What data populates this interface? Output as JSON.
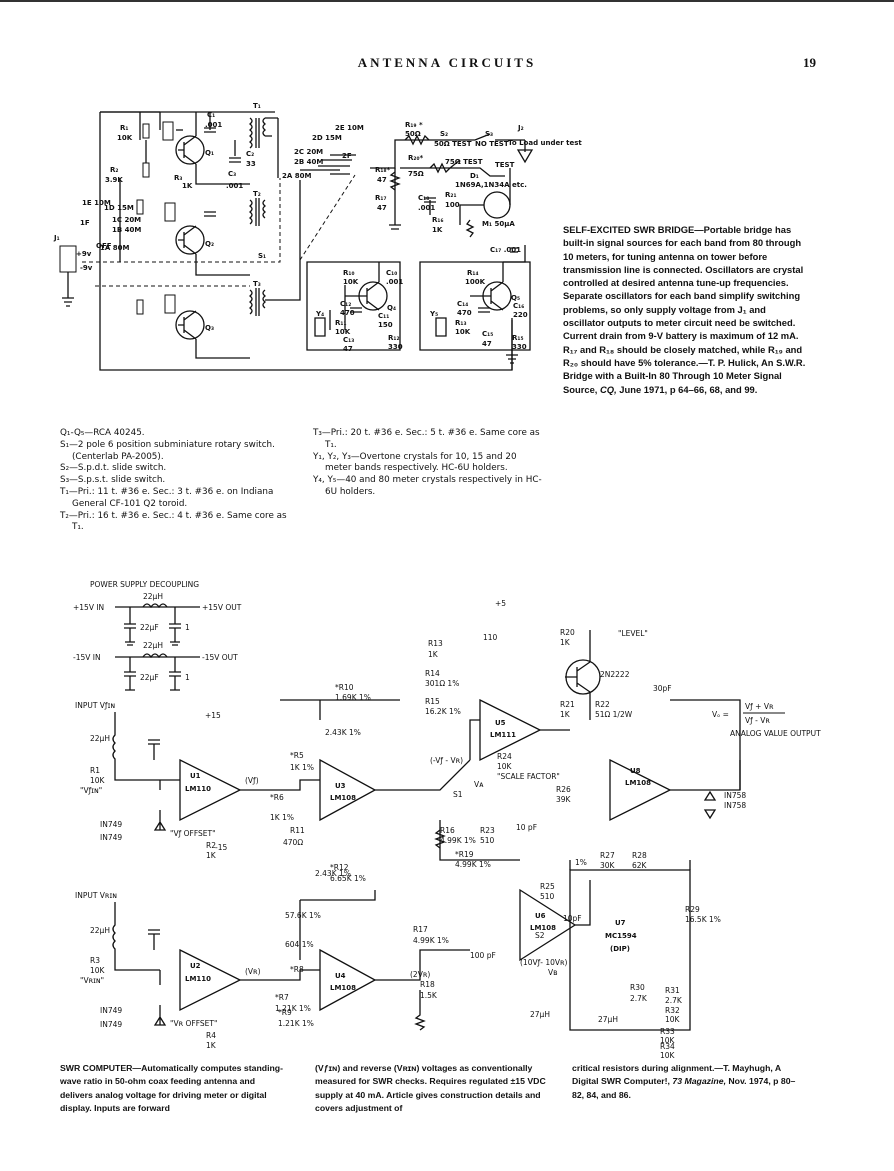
{
  "header": {
    "title": "ANTENNA CIRCUITS",
    "page_number": "19"
  },
  "figure1": {
    "caption": {
      "title": "SELF-EXCITED SWR BRIDGE",
      "body": "—Portable bridge has built-in signal sources for each band from 80 through 10 meters, for tuning antenna on tower before transmission line is connected. Oscillators are crystal controlled at desired antenna tune-up frequencies. Separate oscillators for each band simplify switching problems, so only supply voltage from J₁ and oscillator outputs to meter circuit need be switched. Current drain from 9-V battery is maximum of 12 mA. R₁₇ and R₁₈ should be closely matched, while R₁₉ and R₂₀ should have 5% tolerance.—T. P. Hulick, An S.W.R. Bridge with a Built-In 80 Through 10 Meter Signal Source, ",
      "mag": "CQ,",
      "tail": " June 1971, p 64–66, 68, and 99."
    },
    "parts_left": [
      "Q₁-Q₅—RCA 40245.",
      "S₁—2 pole 6 position subminiature rotary switch. (Centerlab PA-2005).",
      "S₂—S.p.d.t. slide switch.",
      "S₃—S.p.s.t. slide switch.",
      "T₁—Pri.: 11 t. #36 e. Sec.: 3 t. #36 e. on Indiana General CF-101 Q2 toroid.",
      "T₂—Pri.: 16 t. #36 e. Sec.: 4 t. #36 e. Same core as T₁."
    ],
    "parts_right": [
      "T₃—Pri.: 20 t. #36 e. Sec.: 5 t. #36 e. Same core as T₁.",
      "Y₁, Y₂, Y₃—Overtone crystals for 10, 15 and 20 meter bands respectively. HC-6U holders.",
      "Y₄, Y₅—40 and 80 meter crystals respectively in HC-6U holders."
    ],
    "labels": {
      "r1": "R₁",
      "r1v": "10K",
      "c1": "C₁",
      "c1v": ".001",
      "q1": "Q₁",
      "c2": "C₂",
      "c2v": "33",
      "r2": "R₂",
      "r2v": "3.9K",
      "r3": "R₃",
      "r3v": "1K",
      "c3": "C₃",
      "c3v": ".001",
      "t1": "T₁",
      "t2": "T₂",
      "t3": "T₃",
      "q2": "Q₂",
      "q3": "Q₃",
      "q4": "Q₄",
      "q5": "Q₅",
      "r19": "R₁₉ *",
      "r19v": "50Ω",
      "s2": "S₂",
      "s3": "S₃",
      "j2": "J₂",
      "s2a": "50Ω TEST",
      "s3a": "NO TEST",
      "s3b": "To Load under test",
      "r20": "R₂₀*",
      "r20v": "75Ω",
      "test1": "75Ω TEST",
      "test2": "TEST",
      "d1": "D₁",
      "d1v": "1N69A,1N34A etc.",
      "r18": "R₁₈*",
      "r18v": "47",
      "r17": "R₁₇",
      "r17v": "47",
      "c18": "C₁₈",
      "c18v": ".001",
      "r21": "R₂₁",
      "r21v": "100",
      "r16": "R₁₆",
      "r16v": "1K",
      "m1": "M₁ 50μA",
      "c17": "C₁₇ .001",
      "r10": "R₁₀",
      "r10v": "10K",
      "c10": "C₁₀",
      "c10v": ".001",
      "c12": "C₁₂",
      "c12v": "470",
      "c11": "C₁₁",
      "c11v": "150",
      "r11": "R₁₁",
      "r11v": "10K",
      "c13": "C₁₃",
      "c13v": "47",
      "r12": "R₁₂",
      "r12v": "330",
      "r14": "R₁₄",
      "r14v": "100K",
      "c14": "C₁₄",
      "c14v": "470",
      "c16": "C₁₆",
      "c16v": "220",
      "r13": "R₁₃",
      "r13v": "10K",
      "c15": "C₁₅",
      "c15v": "47",
      "r15": "R₁₅",
      "r15v": "330",
      "y4": "Y₄",
      "y5": "Y₅",
      "j1": "J₁",
      "plus9": "+9v",
      "minus9": "-9v",
      "off": "OFF",
      "s1": "S₁",
      "b2e": "2E 10M",
      "b2d": "2D 15M",
      "b2c": "2C 20M",
      "b2b": "2B 40M",
      "b2a": "2A 80M",
      "b2f": "2F",
      "b1e": "1E 10M",
      "b1f": "1F",
      "b1d": "1D 15M",
      "b1c": "1C 20M",
      "b1b": "1B 40M",
      "b1a": "1A 80M"
    }
  },
  "figure2": {
    "title": "POWER SUPPLY DECOUPLING",
    "caption": {
      "col1_title": "SWR COMPUTER",
      "col1": "—Automatically computes standing-wave ratio in 50-ohm coax feeding antenna and delivers analog voltage for driving meter or digital display. Inputs are forward",
      "col2": "(Vƒɪɴ) and reverse (Vʀɪɴ) voltages as conventionally measured for SWR checks. Requires regulated ±15 VDC supply at 40 mA. Article gives construction details and covers adjustment of",
      "col3a": "critical resistors during alignment.—T. Mayhugh, A Digital SWR Computer!, ",
      "mag": "73 Magazine,",
      "col3b": " Nov. 1974, p 80–82, 84, and 86."
    },
    "labels": {
      "p15in": "+15V IN",
      "p15out": "+15V OUT",
      "m15in": "-15V IN",
      "m15out": "-15V OUT",
      "l1": "22μH",
      "l2": "22μH",
      "c1": "22μF",
      "c2": "22μF",
      "c3": "1",
      "c4": "1",
      "in_vfin": "INPUT Vƒɪɴ",
      "in_vrin": "INPUT Vʀɪɴ",
      "r1": "R1",
      "r1v": "10K",
      "vfin_q": "\"Vƒɪɴ\"",
      "r3": "R3",
      "r3v": "10K",
      "vrin_q": "\"Vʀɪɴ\"",
      "in749a": "IN749",
      "in749b": "IN749",
      "in749c": "IN749",
      "in749d": "IN749",
      "vfoff": "\"Vƒ OFFSET\"",
      "vroff": "\"Vʀ OFFSET\"",
      "r2": "R2",
      "r2v": "1K",
      "r4": "R4",
      "r4v": "1K",
      "u1": "U1",
      "u1t": "LM110",
      "u2": "U2",
      "u2t": "LM110",
      "u3": "U3",
      "u3t": "LM108",
      "u4": "U4",
      "u4t": "LM108",
      "u5": "U5",
      "u5t": "LM111",
      "u6": "U6",
      "u6t": "LM108",
      "u7": "U7",
      "u7t": "MC1594",
      "u7d": "(DIP)",
      "u8": "U8",
      "u8t": "LM108",
      "vf": "(Vƒ)",
      "vr": "(Vʀ)",
      "vr2": "(2Vʀ)",
      "r5": "*R5",
      "r5v": "1K 1%",
      "r6": "*R6",
      "r6v": "1K 1%",
      "r7": "*R7",
      "r7v": "1.21K 1%",
      "r8": "*R8",
      "r9": "*R9",
      "r9v": "1.21K 1%",
      "r10": "*R10",
      "r10v": "1.69K 1%",
      "r12": "*R12",
      "r12v": "6.65K 1%",
      "r11": "R11",
      "r11v": "470Ω",
      "r13": "R13",
      "r13v": "1K",
      "r14": "R14",
      "r14v": "301Ω 1%",
      "r15": "R15",
      "r15v": "16.2K 1%",
      "r16": "R16",
      "r16v": "4.99K 1%",
      "r17": "R17",
      "r17v": "4.99K 1%",
      "r18": "R18",
      "r18v": "1.5K",
      "r19": "*R19",
      "r19v": "4.99K 1%",
      "r20": "R20",
      "r20v": "1K",
      "r21": "R21",
      "r21v": "1K",
      "r22": "R22",
      "r22v": "51Ω 1/2W",
      "r23": "R23",
      "r23v": "510",
      "r24": "R24",
      "r24v": "10K",
      "scale": "\"SCALE FACTOR\"",
      "r25": "R25",
      "r25v": "510",
      "r26": "R26",
      "r26v": "39K",
      "r27": "R27",
      "r27v": "30K",
      "r28": "R28",
      "r28v": "62K",
      "r29": "R29",
      "r29v": "16.5K 1%",
      "r30": "R30",
      "r30v": "2.7K",
      "r31": "R31",
      "r31v": "2.7K",
      "r32": "R32",
      "r32v": "10K",
      "r33": "R33",
      "r33v": "10K",
      "r34": "R34",
      "r34v": "10K",
      "v243a": "2.43K 1%",
      "v243b": "2.43K 1%",
      "v576": "57.6K 1%",
      "v604": "604 1%",
      "level": "\"LEVEL\"",
      "tr": "2N2222",
      "c30": "30pF",
      "vo": "Vₒ =",
      "frac_n": "Vƒ + Vʀ",
      "frac_d": "Vƒ - Vʀ",
      "analog": "ANALOG VALUE OUTPUT",
      "in758a": "IN758",
      "in758b": "IN758",
      "vfvr": "(-Vƒ - Vʀ)",
      "va": "Vᴀ",
      "vb": "Vʙ",
      "s1": "S1",
      "s2": "S2",
      "v10pf": "10 pF",
      "v10pf2": "10pF",
      "v100pf": "100 pF",
      "v27uh": "27μH",
      "v27uh2": "27μH",
      "plus5": "+5",
      "plus15": "+15",
      "minus15": "-15",
      "v110": "110",
      "v10v": "(10Vƒ- 10Vʀ)",
      "v1pct": "1%"
    }
  }
}
